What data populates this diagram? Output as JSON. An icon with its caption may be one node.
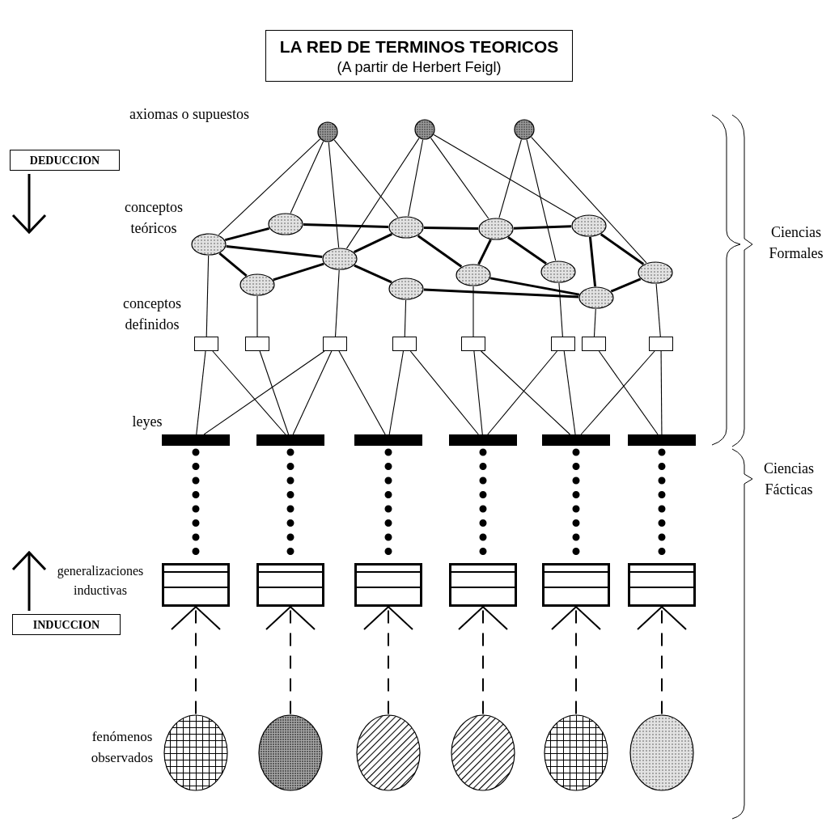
{
  "diagram": {
    "nodes": [
      {
        "text": [
          "LA RED DE TERMINOS TEORICOS",
          "(A partir de Herbert Feigl)"
        ]
      },
      {
        "text": [
          "DEDUCCION"
        ]
      },
      {
        "text": [],
        "shape": "circle"
      },
      {
        "text": [],
        "shape": "circle"
      },
      {
        "text": [],
        "shape": "circle"
      },
      {
        "text": [],
        "shape": "ellipse"
      },
      {
        "text": [],
        "shape": "ellipse"
      },
      {
        "text": [],
        "shape": "ellipse"
      },
      {
        "text": [],
        "shape": "ellipse"
      },
      {
        "text": [],
        "shape": "ellipse"
      },
      {
        "text": [],
        "shape": "ellipse"
      },
      {
        "text": [],
        "shape": "ellipse"
      },
      {
        "text": [],
        "shape": "ellipse"
      },
      {
        "text": [],
        "shape": "ellipse"
      },
      {
        "text": [],
        "shape": "ellipse"
      },
      {
        "text": [],
        "shape": "ellipse"
      },
      {
        "text": [],
        "shape": "ellipse"
      },
      {
        "text": [],
        "shape": "box"
      },
      {
        "text": [],
        "shape": "box"
      },
      {
        "text": [],
        "shape": "box"
      },
      {
        "text": [],
        "shape": "box"
      },
      {
        "text": [],
        "shape": "box"
      },
      {
        "text": [],
        "shape": "box"
      },
      {
        "text": [],
        "shape": "box"
      },
      {
        "text": [],
        "shape": "box"
      },
      {
        "text": [],
        "shape": "bar"
      },
      {
        "text": [],
        "shape": "bar"
      },
      {
        "text": [],
        "shape": "bar"
      },
      {
        "text": [],
        "shape": "bar"
      },
      {
        "text": [],
        "shape": "bar"
      },
      {
        "text": [],
        "shape": "bar"
      },
      {
        "text": [],
        "shape": "box"
      },
      {
        "text": [],
        "shape": "box"
      },
      {
        "text": [],
        "shape": "box"
      },
      {
        "text": [],
        "shape": "box"
      },
      {
        "text": [],
        "shape": "box"
      },
      {
        "text": [],
        "shape": "box"
      },
      {
        "text": [
          "INDUCCION"
        ]
      },
      {
        "text": [],
        "shape": "ellipse"
      },
      {
        "text": [],
        "shape": "ellipse"
      },
      {
        "text": [],
        "shape": "ellipse"
      },
      {
        "text": [],
        "shape": "ellipse"
      },
      {
        "text": [],
        "shape": "ellipse"
      },
      {
        "text": [],
        "shape": "ellipse"
      }
    ],
    "edges": [
      {
        "from": 2,
        "to": 5,
        "arrow": "none"
      },
      {
        "from": 2,
        "to": 7,
        "arrow": "none"
      },
      {
        "from": 2,
        "to": 8,
        "arrow": "none"
      },
      {
        "from": 2,
        "to": 9,
        "arrow": "none"
      },
      {
        "from": 3,
        "to": 8,
        "arrow": "none"
      },
      {
        "from": 3,
        "to": 9,
        "arrow": "none"
      },
      {
        "from": 3,
        "to": 12,
        "arrow": "none"
      },
      {
        "from": 3,
        "to": 14,
        "arrow": "none"
      },
      {
        "from": 4,
        "to": 12,
        "arrow": "none"
      },
      {
        "from": 4,
        "to": 13,
        "arrow": "none"
      },
      {
        "from": 4,
        "to": 16,
        "arrow": "none"
      },
      {
        "from": 5,
        "to": 7,
        "arrow": "none",
        "style": "thick"
      },
      {
        "from": 5,
        "to": 8,
        "arrow": "none",
        "style": "thick"
      },
      {
        "from": 5,
        "to": 6,
        "arrow": "none",
        "style": "thick"
      },
      {
        "from": 6,
        "to": 8,
        "arrow": "none",
        "style": "thick"
      },
      {
        "from": 7,
        "to": 9,
        "arrow": "none",
        "style": "thick"
      },
      {
        "from": 8,
        "to": 9,
        "arrow": "none",
        "style": "thick"
      },
      {
        "from": 8,
        "to": 10,
        "arrow": "none",
        "style": "thick"
      },
      {
        "from": 9,
        "to": 12,
        "arrow": "none",
        "style": "thick"
      },
      {
        "from": 9,
        "to": 11,
        "arrow": "none",
        "style": "thick"
      },
      {
        "from": 12,
        "to": 11,
        "arrow": "none",
        "style": "thick"
      },
      {
        "from": 12,
        "to": 13,
        "arrow": "none",
        "style": "thick"
      },
      {
        "from": 12,
        "to": 14,
        "arrow": "none",
        "style": "thick"
      },
      {
        "from": 14,
        "to": 15,
        "arrow": "none",
        "style": "thick"
      },
      {
        "from": 14,
        "to": 16,
        "arrow": "none",
        "style": "thick"
      },
      {
        "from": 16,
        "to": 15,
        "arrow": "none",
        "style": "thick"
      },
      {
        "from": 11,
        "to": 15,
        "arrow": "none",
        "style": "thick"
      },
      {
        "from": 10,
        "to": 15,
        "arrow": "none",
        "style": "thick"
      },
      {
        "from": 5,
        "to": 17,
        "arrow": "none"
      },
      {
        "from": 6,
        "to": 18,
        "arrow": "none"
      },
      {
        "from": 8,
        "to": 19,
        "arrow": "none"
      },
      {
        "from": 10,
        "to": 20,
        "arrow": "none"
      },
      {
        "from": 11,
        "to": 21,
        "arrow": "none"
      },
      {
        "from": 13,
        "to": 22,
        "arrow": "none"
      },
      {
        "from": 15,
        "to": 23,
        "arrow": "none"
      },
      {
        "from": 16,
        "to": 24,
        "arrow": "none"
      },
      {
        "from": 17,
        "to": 25,
        "arrow": "none"
      },
      {
        "from": 17,
        "to": 26,
        "arrow": "none"
      },
      {
        "from": 18,
        "to": 26,
        "arrow": "none"
      },
      {
        "from": 19,
        "to": 25,
        "arrow": "none"
      },
      {
        "from": 19,
        "to": 26,
        "arrow": "none"
      },
      {
        "from": 19,
        "to": 27,
        "arrow": "none"
      },
      {
        "from": 20,
        "to": 27,
        "arrow": "none"
      },
      {
        "from": 20,
        "to": 28,
        "arrow": "none"
      },
      {
        "from": 21,
        "to": 28,
        "arrow": "none"
      },
      {
        "from": 21,
        "to": 29,
        "arrow": "none"
      },
      {
        "from": 22,
        "to": 28,
        "arrow": "none"
      },
      {
        "from": 22,
        "to": 29,
        "arrow": "none"
      },
      {
        "from": 23,
        "to": 30,
        "arrow": "none"
      },
      {
        "from": 24,
        "to": 29,
        "arrow": "none"
      },
      {
        "from": 24,
        "to": 30,
        "arrow": "none"
      },
      {
        "from": 25,
        "to": 31,
        "arrow": "none",
        "style": "dashed"
      },
      {
        "from": 26,
        "to": 32,
        "arrow": "none",
        "style": "dashed"
      },
      {
        "from": 27,
        "to": 33,
        "arrow": "none",
        "style": "dashed"
      },
      {
        "from": 28,
        "to": 34,
        "arrow": "none",
        "style": "dashed"
      },
      {
        "from": 29,
        "to": 35,
        "arrow": "none",
        "style": "dashed"
      },
      {
        "from": 30,
        "to": 36,
        "arrow": "none",
        "style": "dashed"
      },
      {
        "from": 38,
        "to": 31,
        "arrow": "to",
        "style": "dashed"
      },
      {
        "from": 39,
        "to": 32,
        "arrow": "to",
        "style": "dashed"
      },
      {
        "from": 40,
        "to": 33,
        "arrow": "to",
        "style": "dashed"
      },
      {
        "from": 41,
        "to": 34,
        "arrow": "to",
        "style": "dashed"
      },
      {
        "from": 42,
        "to": 35,
        "arrow": "to",
        "style": "dashed"
      },
      {
        "from": 43,
        "to": 36,
        "arrow": "to",
        "style": "dashed"
      }
    ],
    "labels": [
      "axiomas o supuestos",
      "conceptos teóricos",
      "Ciencias Formales",
      "conceptos definidos",
      "leyes",
      "Ciencias Fácticas",
      "generalizaciones inductivas",
      "fenómenos observados"
    ]
  }
}
